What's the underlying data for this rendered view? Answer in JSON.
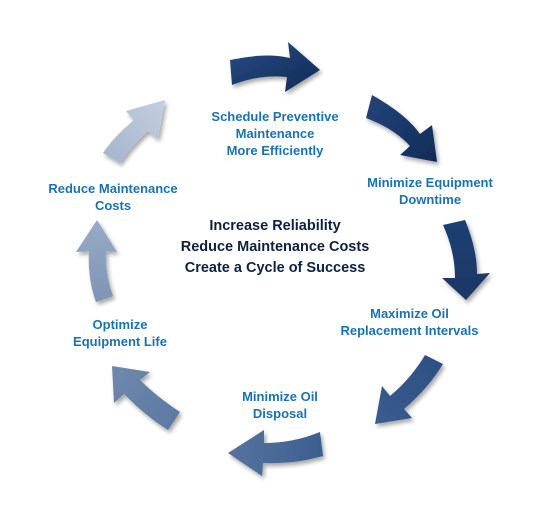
{
  "center": {
    "lines": [
      "Increase Reliability",
      "Reduce Maintenance Costs",
      "Create a Cycle of Success"
    ]
  },
  "steps": [
    {
      "lines": [
        "Schedule Preventive",
        "Maintenance",
        "More Efficiently"
      ]
    },
    {
      "lines": [
        "Minimize Equipment",
        "Downtime"
      ]
    },
    {
      "lines": [
        "Maximize Oil",
        "Replacement Intervals"
      ]
    },
    {
      "lines": [
        "Minimize Oil",
        "Disposal"
      ]
    },
    {
      "lines": [
        "Optimize",
        "Equipment Life"
      ]
    },
    {
      "lines": [
        "Reduce Maintenance",
        "Costs"
      ]
    }
  ],
  "colors": {
    "label_text": "#1a73b0",
    "center_text": "#0e2040",
    "arrow_dark": "#163563",
    "arrow_mid": "#4a6996",
    "arrow_light": "#a9b8ce"
  }
}
